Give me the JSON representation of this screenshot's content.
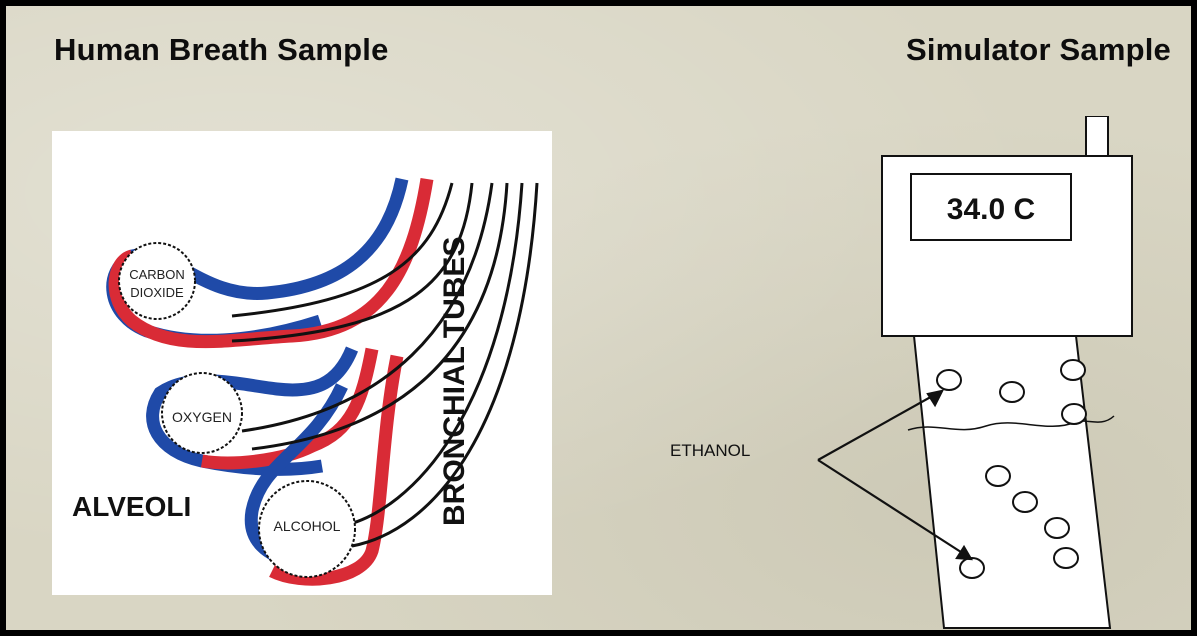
{
  "left_title": "Human Breath Sample",
  "right_title": "Simulator Sample",
  "breath_diagram": {
    "alveoli_label": "ALVEOLI",
    "bronchial_label": "BRONCHIAL TUBES",
    "sacs": [
      {
        "line1": "CARBON",
        "line2": "DIOXIDE"
      },
      {
        "line1": "OXYGEN",
        "line2": ""
      },
      {
        "line1": "ALCOHOL",
        "line2": ""
      }
    ],
    "colors": {
      "blood_red": "#d92b36",
      "blood_blue": "#1f4aa8"
    }
  },
  "simulator": {
    "temperature": "34.0 C",
    "ethanol_label": "ETHANOL"
  }
}
